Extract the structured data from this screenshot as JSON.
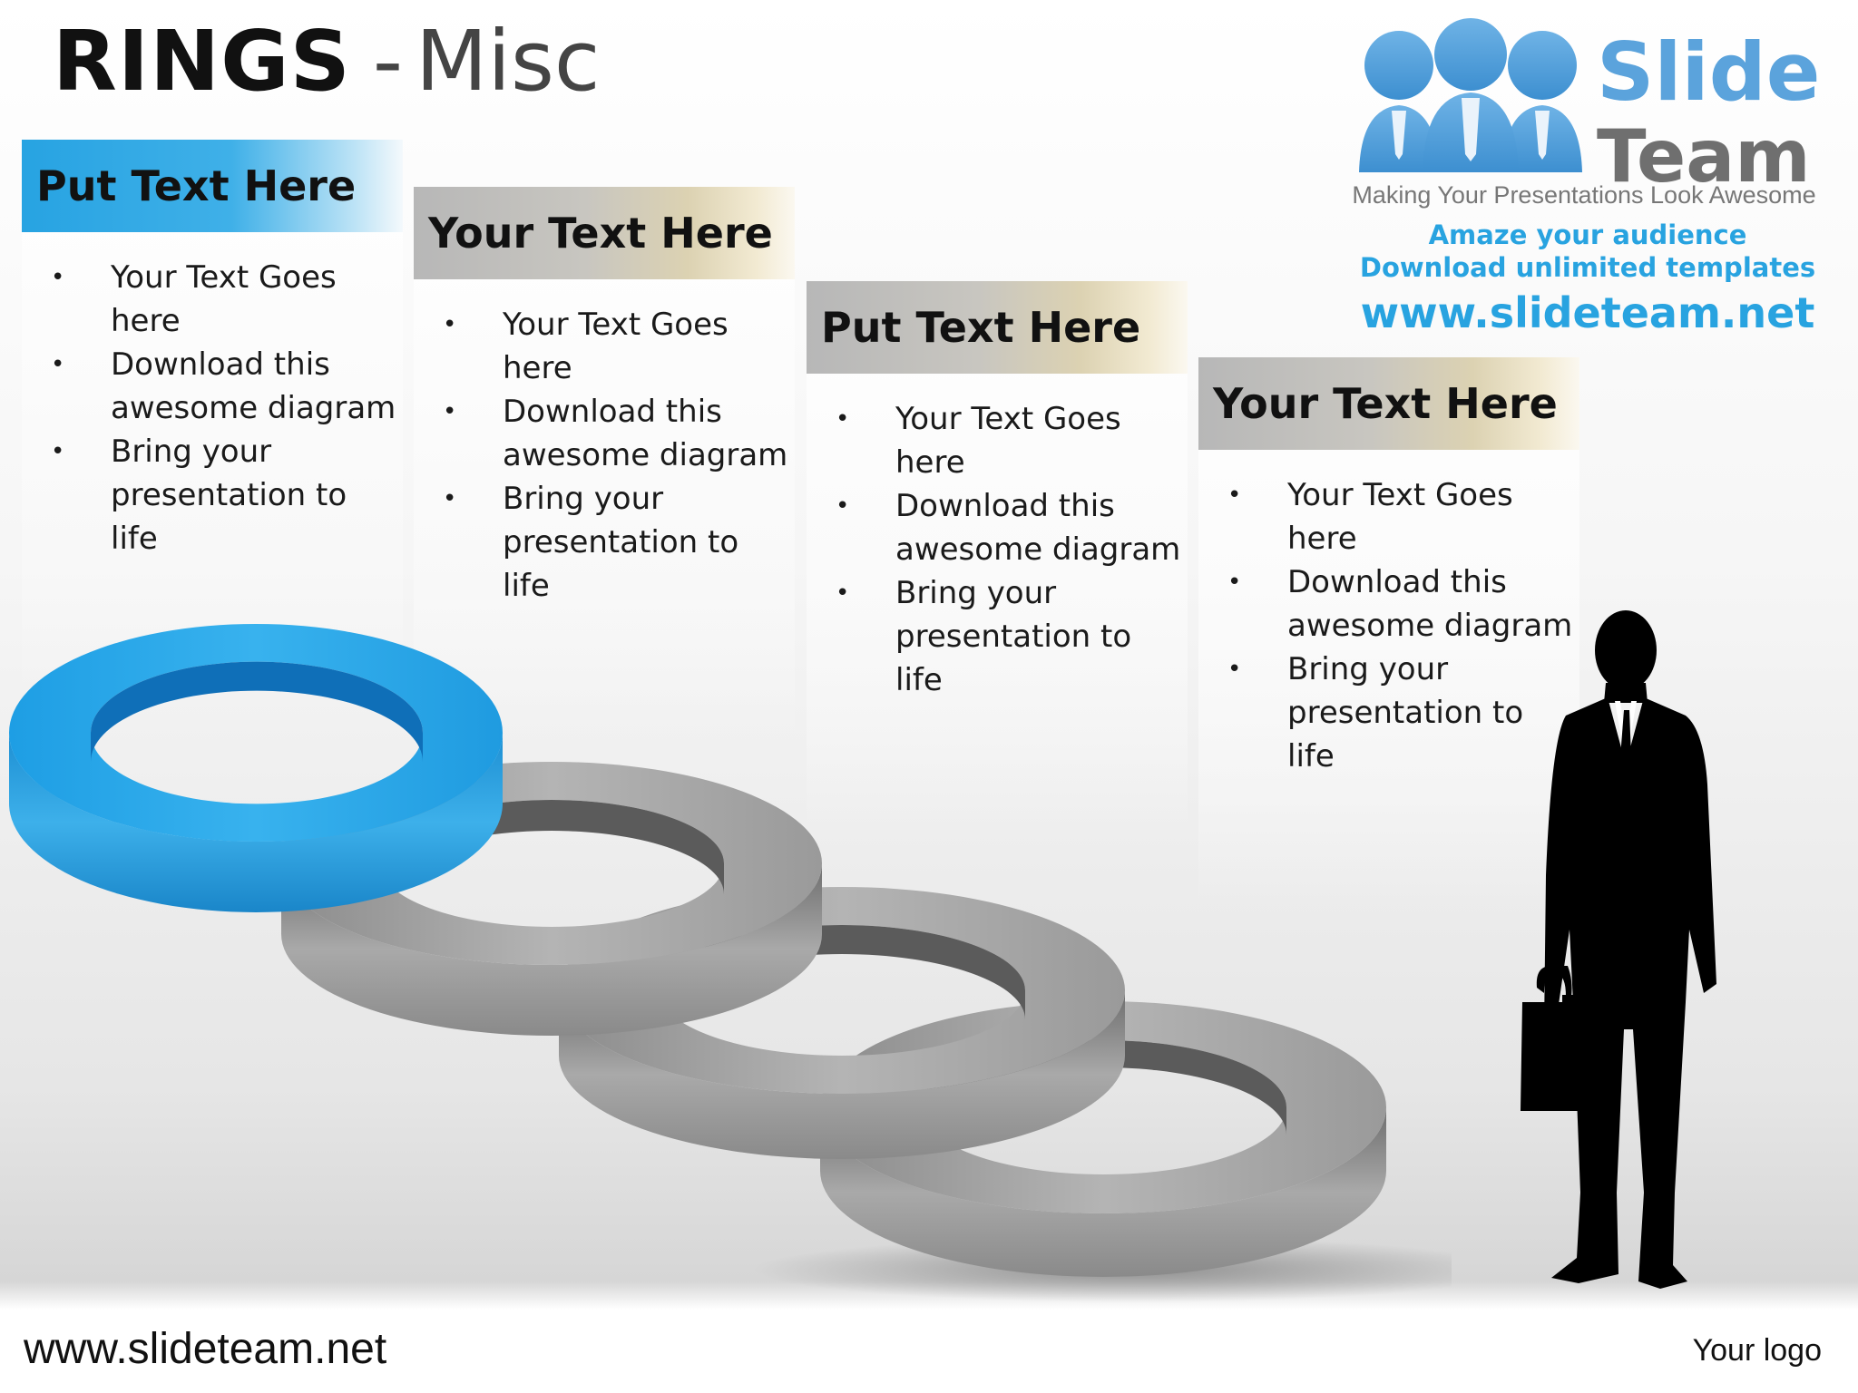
{
  "title": {
    "main": "RINGS",
    "separator": "-",
    "sub": "Misc"
  },
  "logo": {
    "word1": "Slide",
    "word2": "Team",
    "tagline": "Making Your Presentations Look Awesome",
    "line1": "Amaze your audience",
    "line2": "Download unlimited templates",
    "url": "www.slideteam.net",
    "icon": "people-group-icon"
  },
  "colors": {
    "accent_blue": "#1fa0e3",
    "ring_gray": "#8a8a8a",
    "text": "#111111"
  },
  "panels": [
    {
      "title": "Put Text Here",
      "style": "blue",
      "bullets": [
        "Your Text Goes here",
        "Download this awesome diagram",
        "Bring your presentation to life"
      ]
    },
    {
      "title": "Your Text Here",
      "style": "gold",
      "bullets": [
        "Your Text Goes here",
        "Download this awesome diagram",
        "Bring your presentation to life"
      ]
    },
    {
      "title": "Put Text Here",
      "style": "gold",
      "bullets": [
        "Your Text Goes here",
        "Download this awesome diagram",
        "Bring your presentation to life"
      ]
    },
    {
      "title": "Your Text Here",
      "style": "gold",
      "bullets": [
        "Your Text Goes here",
        "Download this awesome diagram",
        "Bring your presentation to life"
      ]
    }
  ],
  "bullet_glyph": "•",
  "figure": {
    "icon": "businessman-silhouette-icon"
  },
  "footer": {
    "url": "www.slideteam.net",
    "logo_placeholder": "Your logo"
  }
}
